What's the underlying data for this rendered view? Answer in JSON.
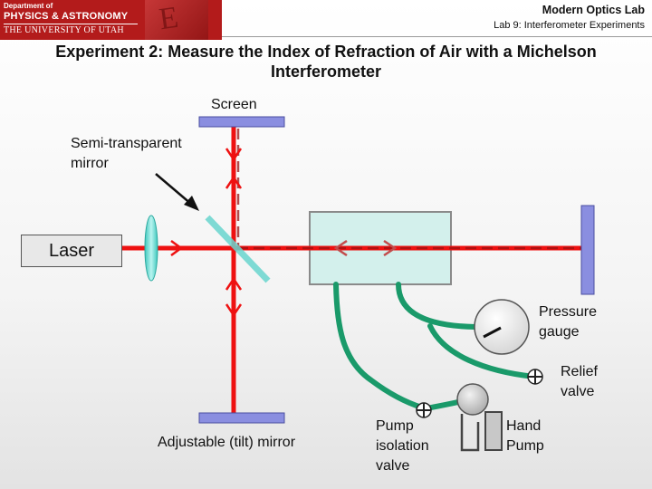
{
  "header": {
    "logo": {
      "line1": "Department of",
      "line2": "PHYSICS & ASTRONOMY",
      "line3": "THE UNIVERSITY OF UTAH"
    },
    "course_title": "Modern Optics Lab",
    "lab_title": "Lab 9: Interferometer Experiments"
  },
  "slide": {
    "title": "Experiment 2: Measure the Index of Refraction of Air with a Michelson Interferometer"
  },
  "diagram": {
    "labels": {
      "screen": "Screen",
      "semi_mirror": "Semi-transparent mirror",
      "laser": "Laser",
      "pressure_gauge": "Pressure gauge",
      "relief_valve": "Relief valve",
      "adjustable_mirror": "Adjustable (tilt) mirror",
      "pump_isolation_valve": "Pump isolation valve",
      "hand_pump": "Hand Pump"
    },
    "colors": {
      "beam": "#ee1111",
      "mirror": "#8a8ee0",
      "lens": "#5fd8d0",
      "cell_fill": "#d3f0ec",
      "tubing": "#1a9a6a"
    }
  }
}
